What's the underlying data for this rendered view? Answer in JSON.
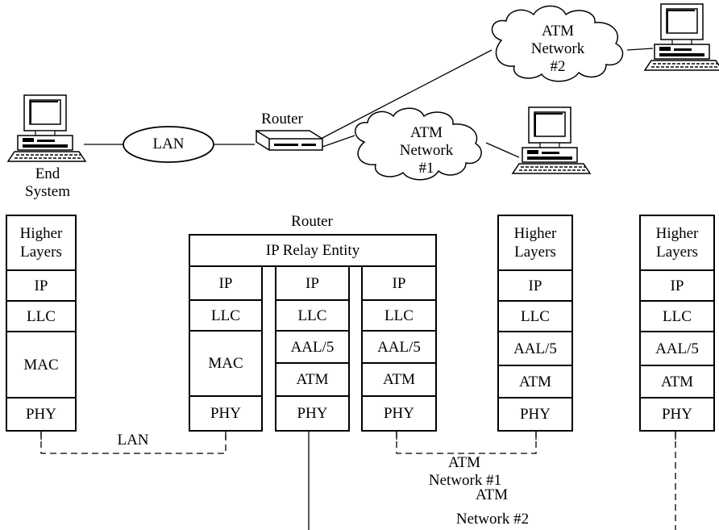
{
  "topology": {
    "end_system_label": "End\nSystem",
    "lan_label": "LAN",
    "router_label": "Router",
    "atm1_label": "ATM\nNetwork\n#1",
    "atm2_label": "ATM\nNetwork\n#2"
  },
  "stacks_section": {
    "router_caption": "Router",
    "relay_entity": "IP Relay Entity",
    "end_system_stack": [
      "Higher\nLayers",
      "IP",
      "LLC",
      "MAC",
      "PHY"
    ],
    "router_lan_stack": [
      "IP",
      "LLC",
      "MAC",
      "PHY"
    ],
    "router_atm1_stack": [
      "IP",
      "LLC",
      "AAL/5",
      "ATM",
      "PHY"
    ],
    "router_atm2_stack": [
      "IP",
      "LLC",
      "AAL/5",
      "ATM",
      "PHY"
    ],
    "host1_stack": [
      "Higher\nLayers",
      "IP",
      "LLC",
      "AAL/5",
      "ATM",
      "PHY"
    ],
    "host2_stack": [
      "Higher\nLayers",
      "IP",
      "LLC",
      "AAL/5",
      "ATM",
      "PHY"
    ]
  },
  "links": {
    "lan": "LAN",
    "atm1_line1": "ATM",
    "atm1_line2": "Network #1",
    "atm2_line1": "ATM",
    "atm2_line2": "Network #2"
  },
  "icons": [
    "computer-icon",
    "router-icon",
    "cloud-icon"
  ]
}
